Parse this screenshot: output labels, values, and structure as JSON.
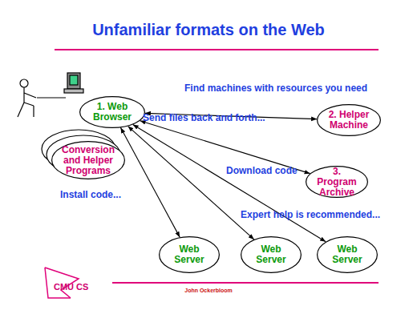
{
  "diagram": {
    "title": "Unfamiliar formats on the Web",
    "nodes": [
      {
        "text": [
          "1. Web Browser"
        ]
      },
      {
        "text": [
          "2. Helper Machine"
        ]
      },
      {
        "text": [
          "Conversion and Helper Programs"
        ]
      },
      {
        "text": [
          "3. Program Archive"
        ]
      },
      {
        "text": [
          "Web Server"
        ]
      },
      {
        "text": [
          "Web Server"
        ]
      },
      {
        "text": [
          "Web Server"
        ]
      }
    ],
    "edges": [
      {
        "from": 0,
        "to": 1,
        "arrow": "both"
      },
      {
        "from": 0,
        "to": 3,
        "arrow": "both"
      },
      {
        "from": 0,
        "to": 4,
        "arrow": "both"
      },
      {
        "from": 0,
        "to": 5,
        "arrow": "both"
      },
      {
        "from": 0,
        "to": 6,
        "arrow": "both"
      }
    ],
    "labels": [
      "Find machines with resources you need",
      "Send files back and forth...",
      "Download code",
      "Install code...",
      "Expert help is recommended...",
      "CMU CS",
      "John Ockerbloom"
    ]
  }
}
